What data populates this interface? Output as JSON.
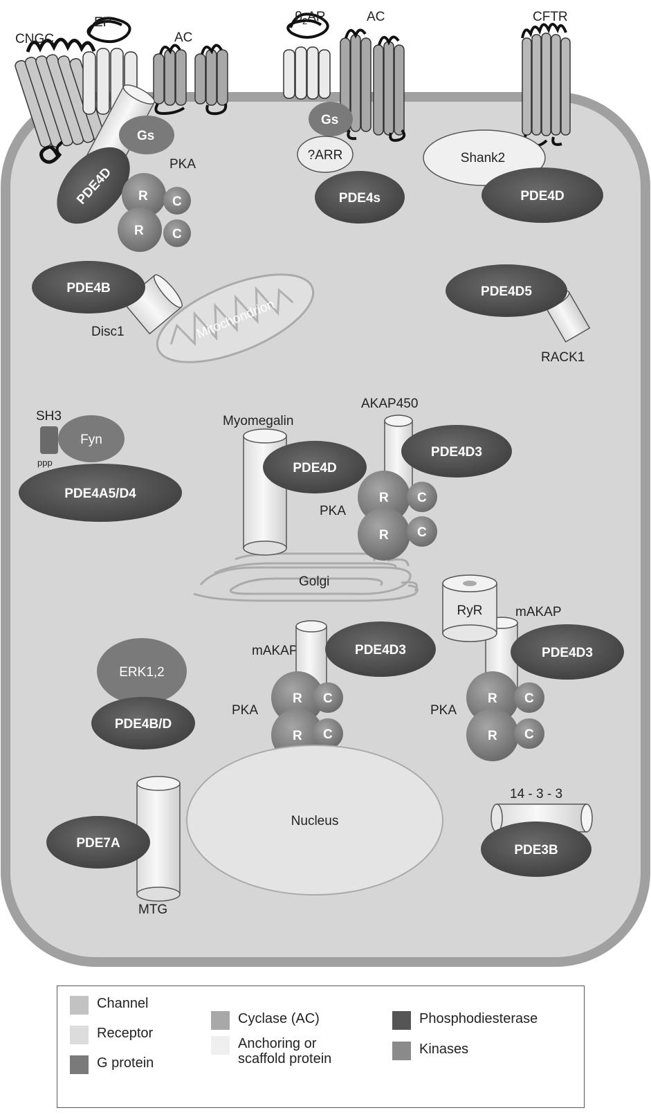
{
  "colors": {
    "cell": "#d6d6d6",
    "cell_border": "#9a9a9a",
    "phosphodiesterase": "#555555",
    "kinase": "#8a8a8a",
    "g_protein": "#7a7a7a",
    "channel": "#c2c2c2",
    "receptor": "#dcdcdc",
    "cyclase": "#a8a8a8",
    "anchoring": "#efefef"
  },
  "membrane_labels": {
    "cngc": "CNGC",
    "ep": "EP",
    "ac_left": "AC",
    "b2ar_beta": "β",
    "b2ar_sub": "2",
    "b2ar_rest": "AR",
    "ac_mid": "AC",
    "cftr": "CFTR"
  },
  "complexes": {
    "gs_left": "Gs",
    "pka_top": "PKA",
    "r": "R",
    "c": "C",
    "pde4d_left": "PDE4D",
    "gs_mid": "Gs",
    "arr": "?ARR",
    "pde4s": "PDE4s",
    "shank2": "Shank2",
    "pde4d_right": "PDE4D",
    "pde4b": "PDE4B",
    "disc1": "Disc1",
    "mitochondrion": "Mitochondrion",
    "pde4d5": "PDE4D5",
    "rack1": "RACK1",
    "sh3": "SH3",
    "fyn": "Fyn",
    "ppp": "ppp",
    "pde4a5d4": "PDE4A5/D4",
    "myomegalin": "Myomegalin",
    "pde4d_mid": "PDE4D",
    "akap450": "AKAP450",
    "pde4d3_a": "PDE4D3",
    "pka_mid": "PKA",
    "golgi": "Golgi",
    "ryr": "RyR",
    "makap_right": "mAKAP",
    "pde4d3_c": "PDE4D3",
    "pka_right": "PKA",
    "makap_mid": "mAKAP",
    "pde4d3_b": "PDE4D3",
    "pka_low": "PKA",
    "erk": "ERK1,2",
    "pde4bd": "PDE4B/D",
    "nucleus": "Nucleus",
    "pde7a": "PDE7A",
    "mtg": "MTG",
    "f1433": "14 - 3 - 3",
    "pde3b": "PDE3B"
  },
  "legend": {
    "channel": "Channel",
    "receptor": "Receptor",
    "g_protein": "G protein",
    "cyclase": "Cyclase (AC)",
    "anchoring_1": "Anchoring or",
    "anchoring_2": "scaffold protein",
    "phosphodiesterase": "Phosphodiesterase",
    "kinases": "Kinases"
  }
}
